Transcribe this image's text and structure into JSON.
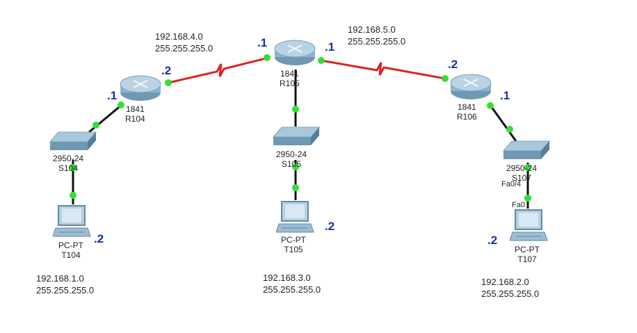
{
  "networks": {
    "n4": {
      "address": "192.168.4.0",
      "mask": "255.255.255.0"
    },
    "n5": {
      "address": "192.168.5.0",
      "mask": "255.255.255.0"
    },
    "n1": {
      "address": "192.168.1.0",
      "mask": "255.255.255.0"
    },
    "n3": {
      "address": "192.168.3.0",
      "mask": "255.255.255.0"
    },
    "n2": {
      "address": "192.168.2.0",
      "mask": "255.255.255.0"
    }
  },
  "devices": {
    "r104": {
      "model": "1841",
      "name": "R104"
    },
    "r105": {
      "model": "1841",
      "name": "R105"
    },
    "r106": {
      "model": "1841",
      "name": "R106"
    },
    "s104": {
      "model": "2950-24",
      "name": "S104"
    },
    "s105": {
      "model": "2950-24",
      "name": "S105"
    },
    "s107": {
      "model": "2950-24",
      "name": "S107"
    },
    "t104": {
      "model": "PC-PT",
      "name": "T104"
    },
    "t105": {
      "model": "PC-PT",
      "name": "T105"
    },
    "t107": {
      "model": "PC-PT",
      "name": "T107"
    }
  },
  "ip_labels": {
    "r105_left": ".1",
    "r105_right": ".1",
    "r104_wan": ".2",
    "r104_lan": ".1",
    "r106_wan": ".2",
    "r106_lan": ".1",
    "t104": ".2",
    "t105": ".2",
    "t107": ".2"
  },
  "ports": {
    "switch_port": "Fa0/4",
    "pc_port": "Fa0"
  },
  "colors": {
    "serial_link": "#e02020",
    "ethernet_link": "#111111",
    "link_light": "#22dd22",
    "ip_text": "#1a2fa8"
  }
}
